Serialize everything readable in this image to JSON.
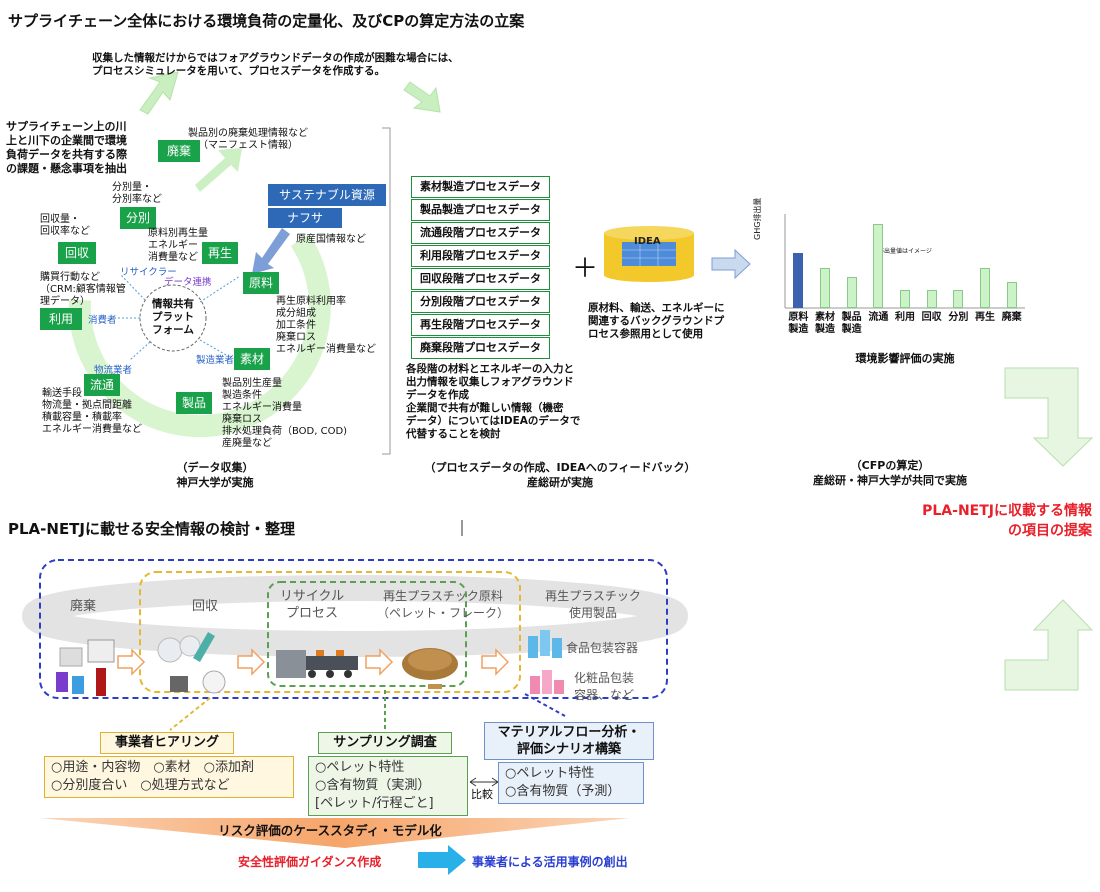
{
  "top": {
    "title": "サプライチェーン全体における環境負荷の定量化、及びCPの算定方法の立案",
    "note_line1": "収集した情報だけからではフォアグラウンドデータの作成が困難な場合には、",
    "note_line2": "プロセスシミュレータを用いて、プロセスデータを作成する。",
    "left_issue": [
      "サプライチェーン上の川",
      "上と川下の企業間で環境",
      "負荷データを共有する際",
      "の課題・懸念事項を抽出"
    ],
    "cycle_boxes": {
      "haiki": "廃棄",
      "bunbetsu": "分別",
      "saisei": "再生",
      "kaishu": "回収",
      "genryo": "原料",
      "riyo": "利用",
      "sozai": "素材",
      "ryutsu": "流通",
      "seihin": "製品"
    },
    "cycle_notes": {
      "haiki": [
        "製品別の廃棄処理情報など",
        "（マニフェスト情報）"
      ],
      "bunbetsu": [
        "分別量・",
        "分別率など"
      ],
      "saisei": [
        "原料別再生量",
        "エネルギー",
        "消費量など"
      ],
      "kaishu": [
        "回収量・",
        "回収率など"
      ],
      "riyo": [
        "購買行動など",
        "（CRM:顧客情報管",
        "理データ）"
      ],
      "genryo": [
        "再生原料利用率",
        "成分組成",
        "加工条件",
        "廃棄ロス",
        "エネルギー消費量など"
      ],
      "ryutsu": [
        "輸送手段",
        "物流量・拠点間距離",
        "積載容量・積載率",
        "エネルギー消費量など"
      ],
      "seihin": [
        "製品別生産量",
        "製造条件",
        "エネルギー消費量",
        "廃棄ロス",
        "排水処理負荷（BOD, COD)",
        "産廃量など"
      ]
    },
    "platform": [
      "情報共有",
      "プラット",
      "フォーム"
    ],
    "roles": {
      "recycler": "リサイクラー",
      "link": "データ連携",
      "consumer": "消費者",
      "distributor": "物流業者",
      "manufacturer": "製造業者"
    },
    "resources": {
      "sustainable": "サステナブル資源",
      "naphtha": "ナフサ",
      "origin": "原産国情報など"
    },
    "col1_footer": [
      "（データ収集）",
      "神戸大学が実施"
    ],
    "process_data": [
      "素材製造プロセスデータ",
      "製品製造プロセスデータ",
      "流通段階プロセスデータ",
      "利用段階プロセスデータ",
      "回収段階プロセスデータ",
      "分別段階プロセスデータ",
      "再生段階プロセスデータ",
      "廃棄段階プロセスデータ"
    ],
    "plus": "＋",
    "idea_label": "IDEA",
    "idea_note": [
      "原材料、輸送、エネルギーに",
      "関連するバックグラウンドプ",
      "ロセス参照用として使用"
    ],
    "process_note": [
      "各段階の材料とエネルギーの入力と",
      "出力情報を収集しフォアグラウンド",
      "データを作成",
      "企業間で共有が難しい情報（機密",
      "データ）についてはIDEAのデータで",
      "代替することを検討"
    ],
    "col2_footer": [
      "（プロセスデータの作成、IDEAへのフィードバック）",
      "産総研が実施"
    ],
    "chart_ylabel": "GHG排出量",
    "chart_note": "排出量値はイメージ",
    "chart_caption": "環境影響評価の実施",
    "col3_footer": [
      "（CFPの算定）",
      "産総研・神戸大学が共同で実施"
    ]
  },
  "chart_data": {
    "type": "bar",
    "categories": [
      "原料製造",
      "素材製造",
      "製品製造",
      "流通",
      "利用",
      "回収",
      "分別",
      "再生",
      "廃棄"
    ],
    "category_lines": [
      [
        "原料",
        "製造"
      ],
      [
        "素材",
        "製造"
      ],
      [
        "製品",
        "製造"
      ],
      [
        "流通"
      ],
      [
        "利用"
      ],
      [
        "回収"
      ],
      [
        "分別"
      ],
      [
        "再生"
      ],
      [
        "廃棄"
      ]
    ],
    "values": [
      0.62,
      0.45,
      0.35,
      0.95,
      0.2,
      0.2,
      0.2,
      0.45,
      0.3
    ],
    "highlight_color": "#3a62ae",
    "bar_color": "#ccf2c8",
    "ylabel": "GHG排出量"
  },
  "right_proposal": [
    "PLA-NETJに収載する情報",
    "の項目の提案"
  ],
  "right_color": "#e8202a",
  "bottom": {
    "title": "PLA-NETJに載せる安全情報の検討・整理",
    "stages": {
      "haiki": "廃棄",
      "kaishu": "回収",
      "recycle": [
        "リサイクル",
        "プロセス"
      ],
      "pellet": [
        "再生プラスチック原料",
        "（ペレット・フレーク）"
      ],
      "product": [
        "再生プラスチック",
        "使用製品"
      ]
    },
    "uses": {
      "food": "食品包装容器",
      "cosmetic": [
        "化粧品包装",
        "容器、など"
      ]
    },
    "hearing": {
      "title": "事業者ヒアリング",
      "lines": [
        "○用途・内容物　○素材　○添加剤",
        "○分別度合い　○処理方式など"
      ]
    },
    "sampling": {
      "title": "サンプリング調査",
      "lines": [
        "○ペレット特性",
        "○含有物質（実測）",
        "[ペレット/行程ごと]"
      ]
    },
    "material": {
      "title": [
        "マテリアルフロー分析・",
        "評価シナリオ構築"
      ],
      "lines": [
        "○ペレット特性",
        "○含有物質（予測）"
      ]
    },
    "compare": "比較",
    "risk": "リスク評価のケーススタディ・モデル化",
    "guidance": "安全性評価ガイダンス作成",
    "creation": "事業者による活用事例の創出",
    "guidance_color": "#e8202a",
    "creation_color": "#2a3fd0"
  }
}
